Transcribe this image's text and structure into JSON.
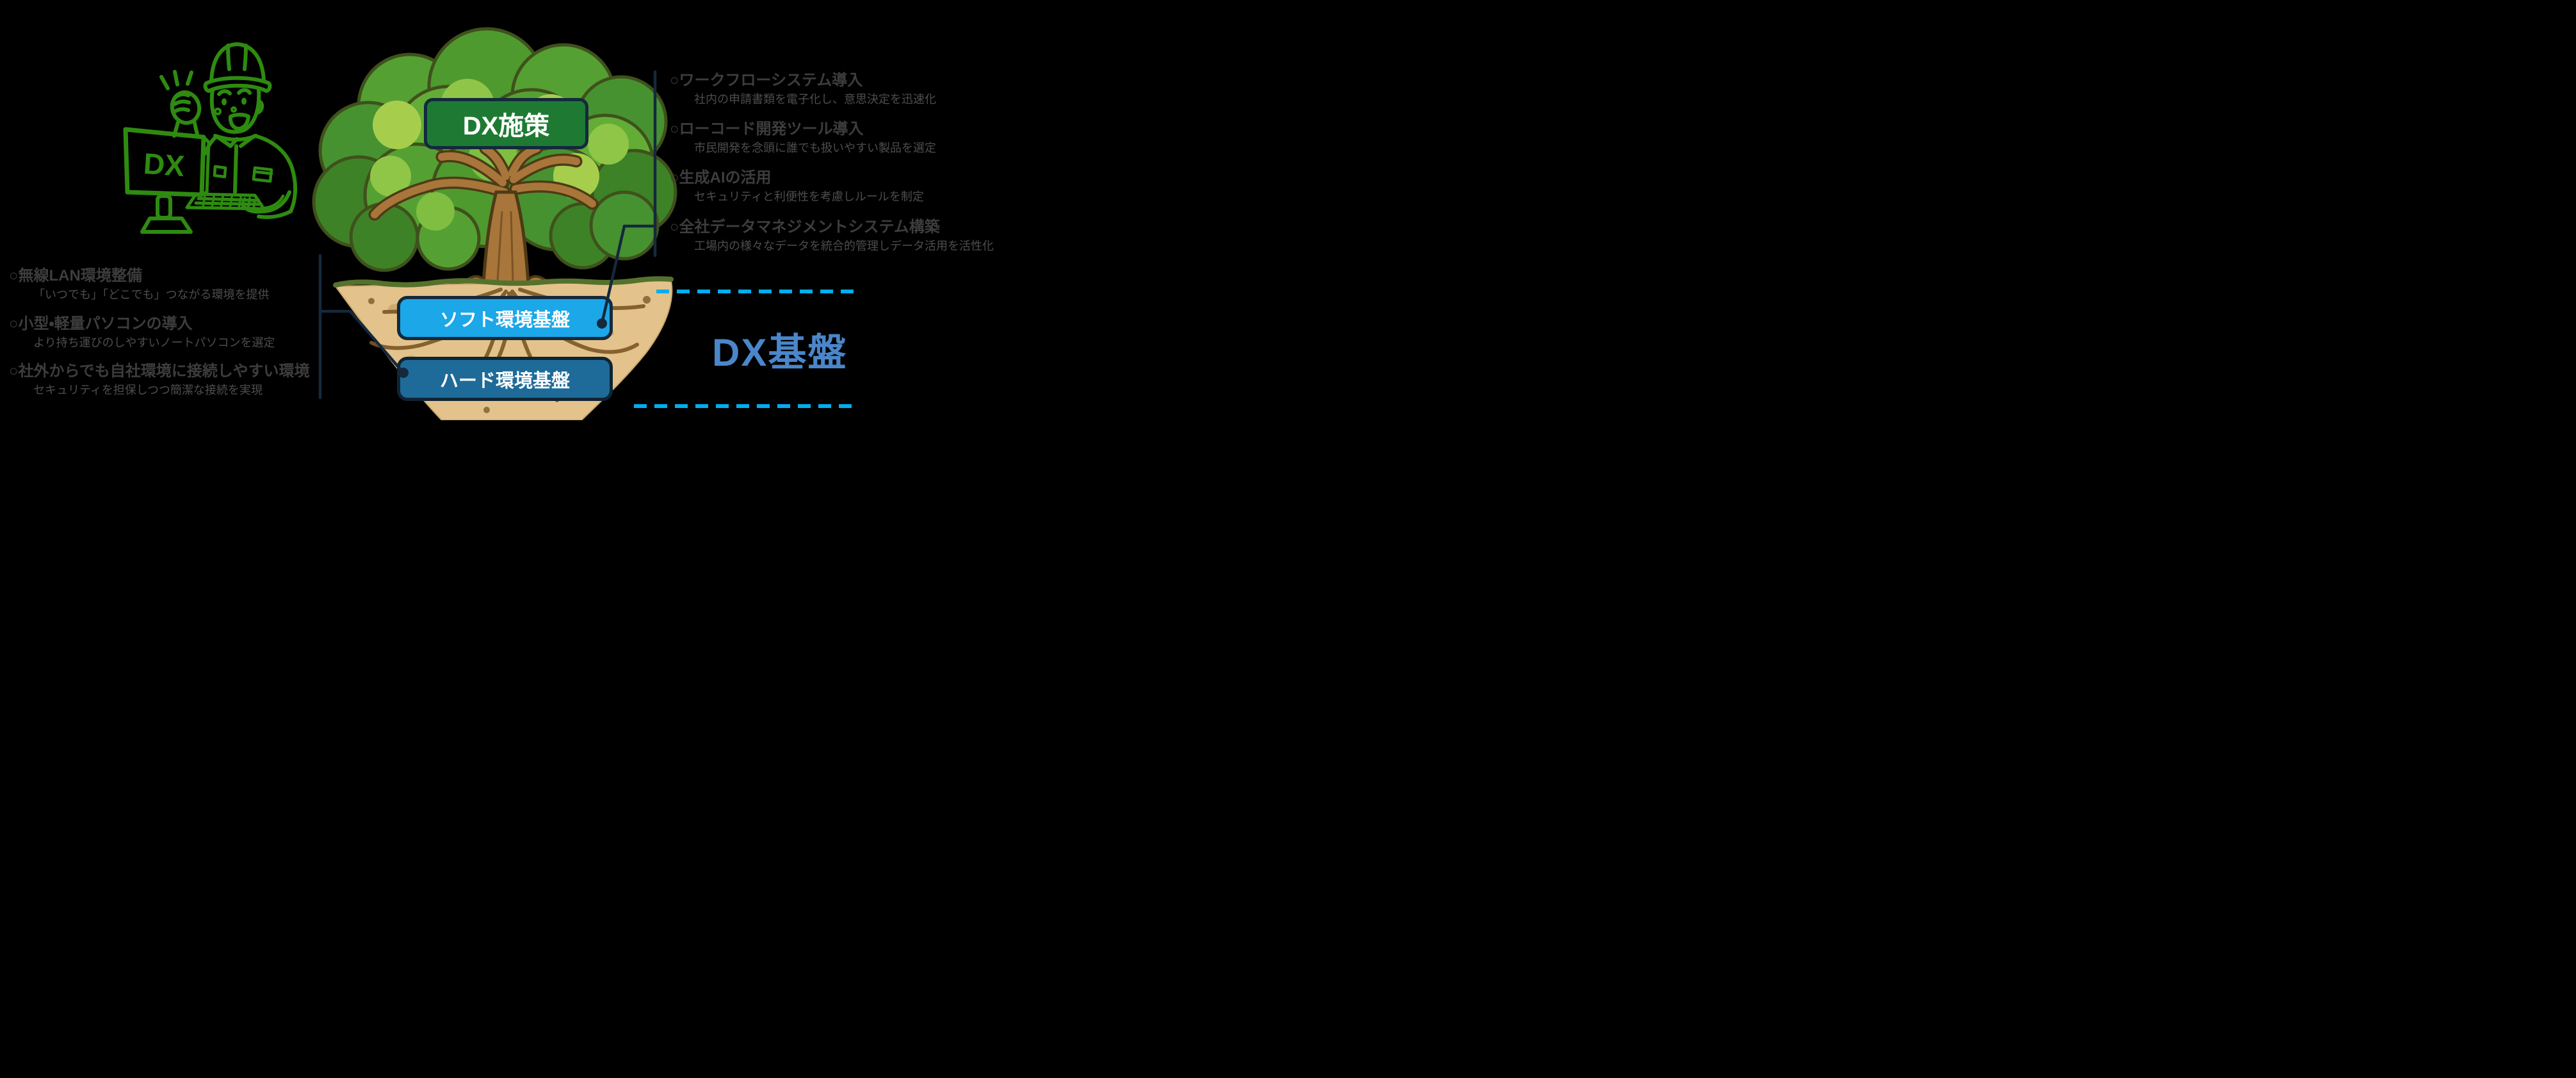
{
  "mascot": {
    "monitor_label": "DX"
  },
  "tree": {
    "canopy_label": "DX施策",
    "soft_box_label": "ソフト環境基盤",
    "hard_box_label": "ハード環境基盤"
  },
  "foundation_label": "DX基盤",
  "right_items": [
    {
      "title": "○ワークフローシステム導入",
      "desc": "社内の申請書類を電子化し、意思決定を迅速化"
    },
    {
      "title": "○ローコード開発ツール導入",
      "desc": "市民開発を念頭に誰でも扱いやすい製品を選定"
    },
    {
      "title": "○生成AIの活用",
      "desc": "セキュリティと利便性を考慮しルールを制定"
    },
    {
      "title": "○全社データマネジメントシステム構築",
      "desc": "工場内の様々なデータを統合的管理しデータ活用を活性化"
    }
  ],
  "left_items": [
    {
      "title": "○無線LAN環境整備",
      "desc": "「いつでも」「どこでも」つながる環境を提供"
    },
    {
      "title": "○小型・軽量パソコンの導入",
      "desc": "より持ち運びのしやすいノートパソコンを選定"
    },
    {
      "title": "○社外からでも自社環境に接続しやすい環境",
      "desc": "セキュリティを担保しつつ簡潔な接続を実現"
    }
  ],
  "colors": {
    "green-box": "#1E7A33",
    "cyan-box": "#1BA7E8",
    "steel-box": "#1E6B99",
    "navy": "#13293D",
    "navy-dark": "#0F2433",
    "blue-label": "#4A86C9",
    "dash-cyan": "#00AEEF",
    "text-dark": "#3D3D3D",
    "text-sub": "#4D4D4D",
    "mascot-green": "#2E8B10",
    "soil-tan": "#E3C38B",
    "trunk-brown": "#A8763A"
  }
}
